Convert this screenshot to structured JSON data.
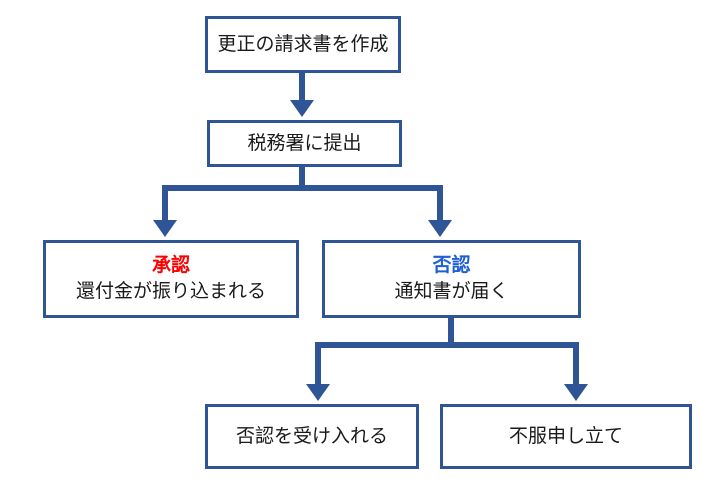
{
  "colors": {
    "box_border": "#2f5597",
    "connector": "#2f5597",
    "approve_accent": "#ff0000",
    "deny_accent": "#1f5fd6"
  },
  "nodes": {
    "create": {
      "text": "更正の請求書を作成"
    },
    "submit": {
      "text": "税務署に提出"
    },
    "approve": {
      "heading": "承認",
      "text": "還付金が振り込まれる"
    },
    "deny": {
      "heading": "否認",
      "text": "通知書が届く"
    },
    "accept": {
      "text": "否認を受け入れる"
    },
    "appeal": {
      "text": "不服申し立て"
    }
  }
}
